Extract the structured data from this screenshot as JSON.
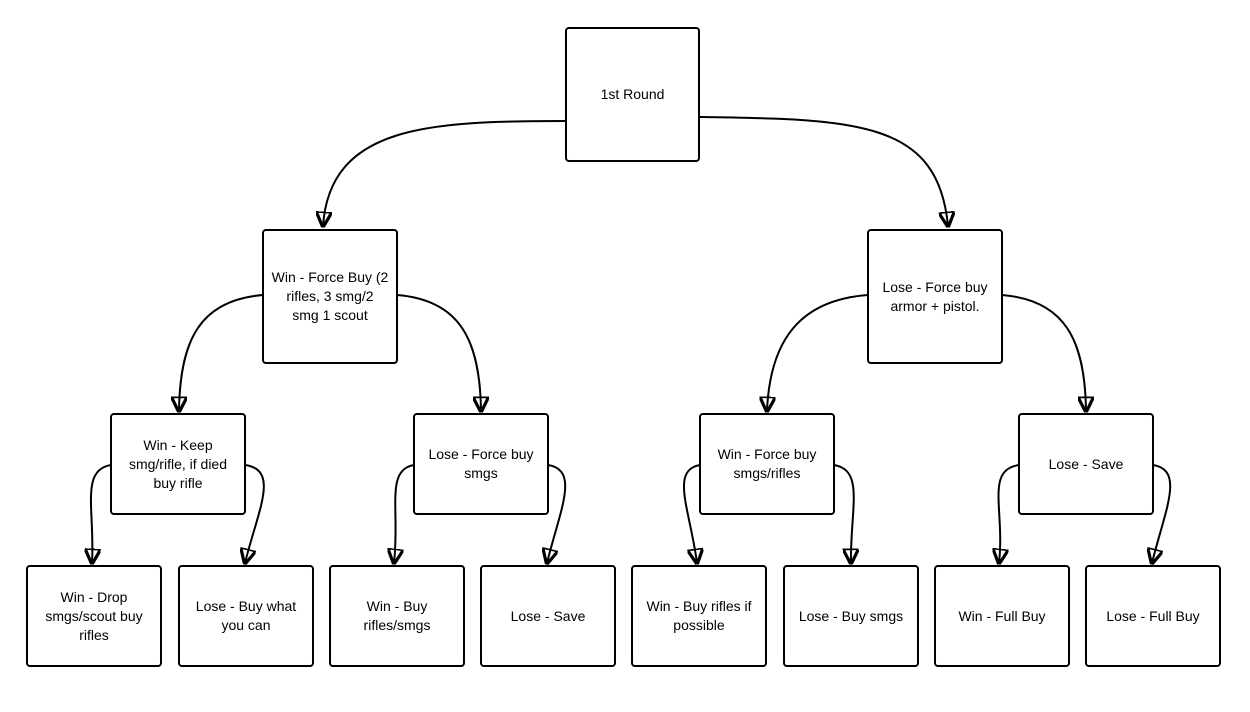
{
  "nodes": {
    "root": "1st Round",
    "l1_win": "Win - Force Buy (2\nrifles, 3 smg/2\nsmg 1 scout",
    "l1_lose": "Lose - Force buy\narmor + pistol.",
    "l2_ww": "Win - Keep\nsmg/rifle, if died\nbuy rifle",
    "l2_wl": "Lose - Force buy\nsmgs",
    "l2_lw": "Win - Force buy\nsmgs/rifles",
    "l2_ll": "Lose - Save",
    "l3_www": "Win - Drop\nsmgs/scout buy\nrifles",
    "l3_wwl": "Lose - Buy what\nyou can",
    "l3_wlw": "Win - Buy\nrifles/smgs",
    "l3_wll": "Lose - Save",
    "l3_lww": "Win - Buy rifles if\npossible",
    "l3_lwl": "Lose - Buy smgs",
    "l3_llw": "Win - Full Buy",
    "l3_lll": "Lose - Full Buy"
  }
}
